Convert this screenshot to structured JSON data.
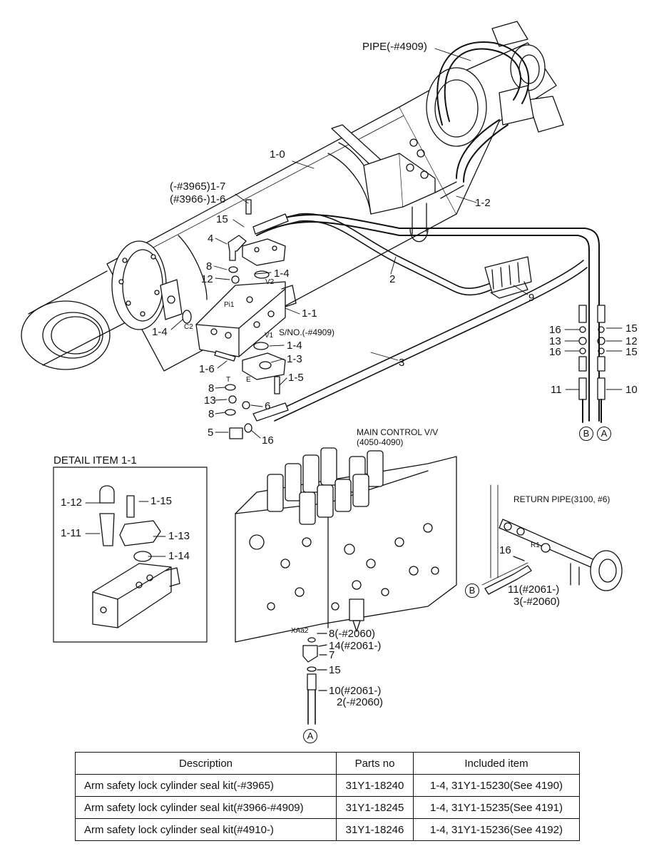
{
  "callouts": {
    "pipe_top": "PIPE(-#4909)",
    "c1_0": "1-0",
    "c1_2": "1-2",
    "c1_7": "(-#3965)1-7",
    "c1_6a": "(#3966-)1-6",
    "c15a": "15",
    "c4": "4",
    "c8a": "8",
    "c12a": "12",
    "c1_4a": "1-4",
    "c2": "2",
    "c9": "9",
    "c1_1": "1-1",
    "c1_4b": "1-4",
    "sno": "S/NO.(-#4909)",
    "c1_4c": "1-4",
    "c1_3": "1-3",
    "c1_6b": "1-6",
    "c1_5": "1-5",
    "c3": "3",
    "c8b": "8",
    "c13a": "13",
    "c8c": "8",
    "c6": "6",
    "c5": "5",
    "c16a": "16",
    "c16b": "16",
    "c13b": "13",
    "c16c": "16",
    "c15b": "15",
    "c12b": "12",
    "c15c": "15",
    "c11": "11",
    "c10": "10",
    "mcv_title": "MAIN CONTROL V/V",
    "mcv_sub": "(4050-4090)",
    "detail_title": "DETAIL ITEM 1-1",
    "d1_12": "1-12",
    "d1_15": "1-15",
    "d1_11": "1-11",
    "d1_13": "1-13",
    "d1_14": "1-14",
    "return_pipe": "RETURN PIPE(3100, #6)",
    "r16": "16",
    "r11": "11(#2061-)",
    "r3": "3(-#2060)",
    "m8": "8(-#2060)",
    "m14": "14(#2061-)",
    "m7": "7",
    "m15": "15",
    "m10": "10(#2061-)",
    "m2": "2(-#2060)"
  },
  "port_marks": {
    "v2": "V2",
    "pi1": "Pi1",
    "c2": "C2",
    "v1": "V1",
    "t": "T",
    "e": "E",
    "xaa2": "XAa2",
    "r1": "R1"
  },
  "circle_marks": {
    "b_top": "B",
    "a_top": "A",
    "b_return": "B",
    "a_bottom": "A"
  },
  "table": {
    "headers": [
      "Description",
      "Parts no",
      "Included item"
    ],
    "rows": [
      [
        "Arm safety lock cylinder seal kit(-#3965)",
        "31Y1-18240",
        "1-4, 31Y1-15230(See 4190)"
      ],
      [
        "Arm safety lock cylinder seal kit(#3966-#4909)",
        "31Y1-18245",
        "1-4, 31Y1-15235(See 4191)"
      ],
      [
        "Arm safety lock cylinder seal kit(#4910-)",
        "31Y1-18246",
        "1-4, 31Y1-15236(See 4192)"
      ]
    ]
  }
}
